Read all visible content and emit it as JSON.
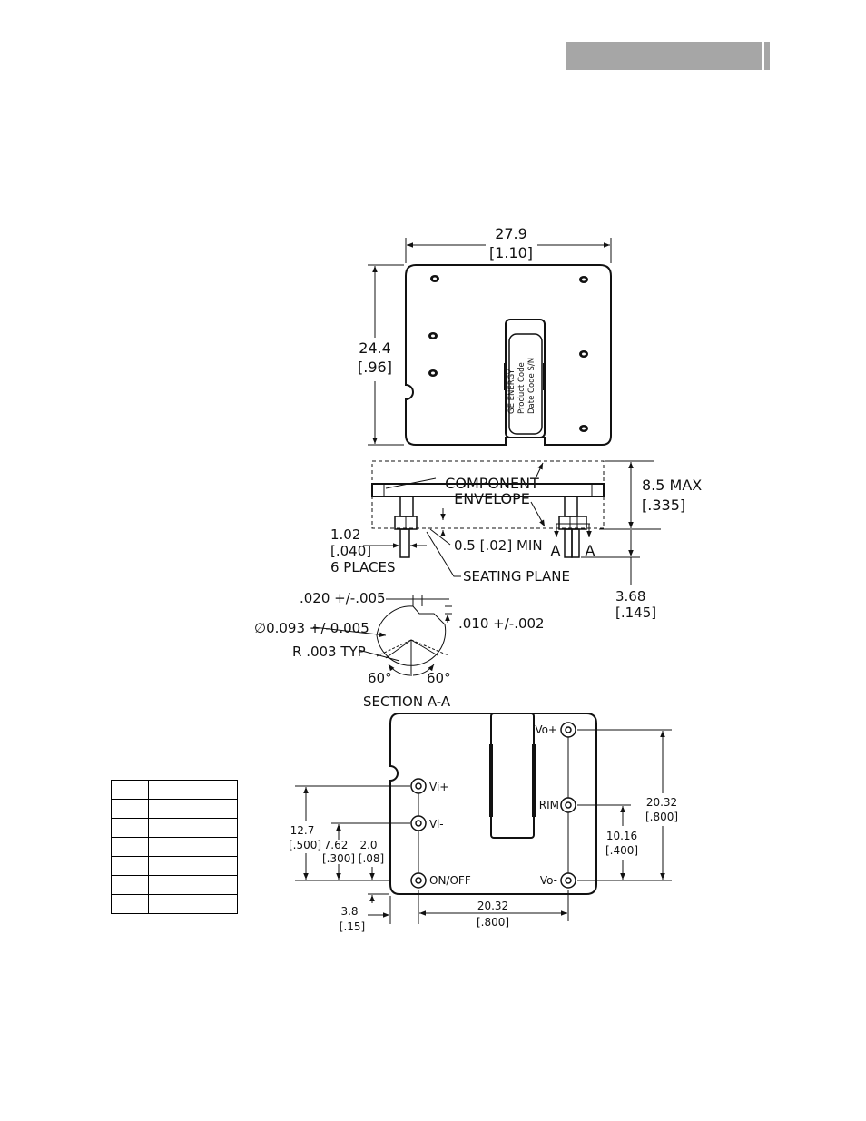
{
  "top_view": {
    "width_mm": "27.9",
    "width_in": "[1.10]",
    "height_mm": "24.4",
    "height_in": "[.96]",
    "label_lines": [
      "GE ENERGY",
      "Product Code",
      "Date Code S/N"
    ]
  },
  "side_view": {
    "envelope_line1": "COMPONENT",
    "envelope_line2": "ENVELOPE",
    "max_height_mm": "8.5 MAX",
    "max_height_in": "[.335]",
    "pin_dia_mm": "1.02",
    "pin_dia_in": "[.040]",
    "pin_count": "6 PLACES",
    "standoff": "0.5 [.02] MIN",
    "seating_plane": "SEATING PLANE",
    "pin_length_mm": "3.68",
    "pin_length_in": "[.145]",
    "section_mark_left": "A",
    "section_mark_right": "A"
  },
  "section_view": {
    "dim_gap": ".020 +/-.005",
    "dim_dia": "∅0.093 +/-0.005",
    "dim_depth": ".010 +/-.002",
    "dim_radius": "R .003 TYP",
    "angle_left": "60°",
    "angle_right": "60°",
    "title": "SECTION A-A"
  },
  "bottom_view": {
    "pins": {
      "vin_plus": "Vi+",
      "vin_minus": "Vi-",
      "on_off": "ON/OFF",
      "vout_plus": "Vo+",
      "trim": "TRIM",
      "vout_minus": "Vo-"
    },
    "dims": {
      "left_12_7_mm": "12.7",
      "left_12_7_in": "[.500]",
      "left_7_62_mm": "7.62",
      "left_7_62_in": "[.300]",
      "left_2_0_mm": "2.0",
      "left_2_0_in": "[.08]",
      "bottom_3_8_mm": "3.8",
      "bottom_3_8_in": "[.15]",
      "bottom_20_32_mm": "20.32",
      "bottom_20_32_in": "[.800]",
      "right_10_16_mm": "10.16",
      "right_10_16_in": "[.400]",
      "right_20_32_mm": "20.32",
      "right_20_32_in": "[.800]"
    }
  },
  "colors": {
    "header_bar": "#a6a6a6",
    "line": "#111111"
  }
}
